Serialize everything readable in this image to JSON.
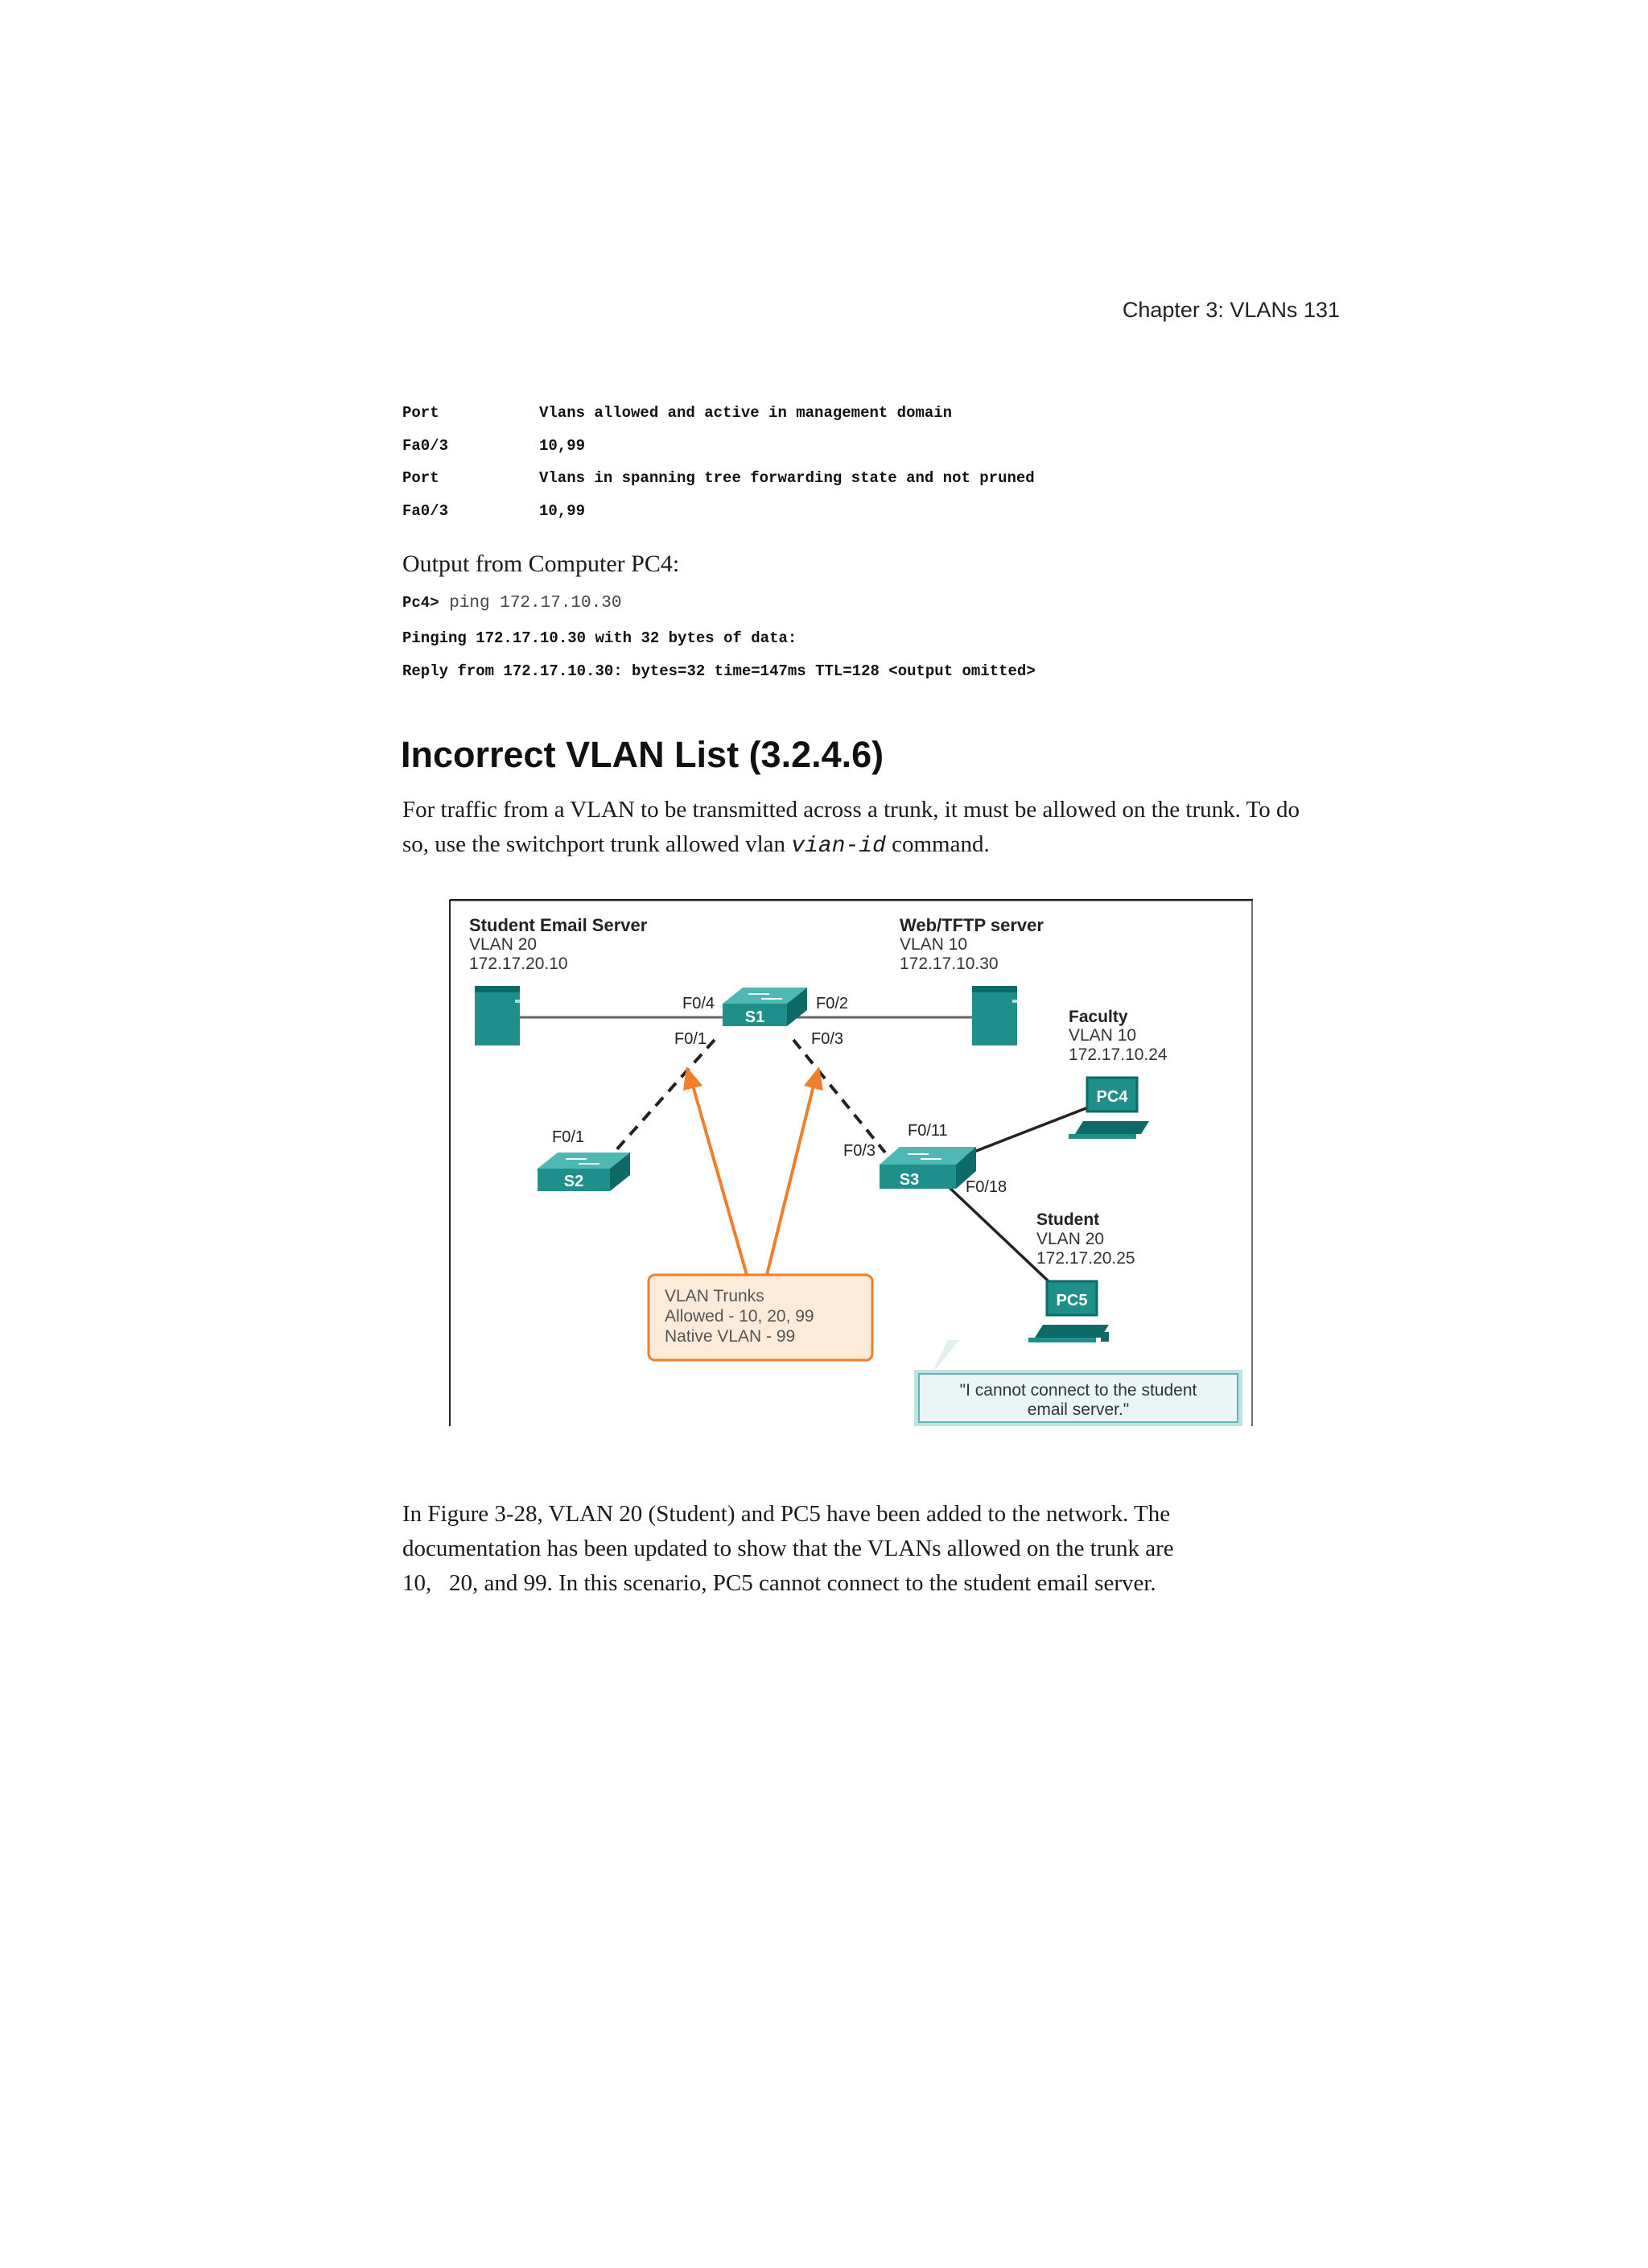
{
  "header": {
    "running_head": "Chapter 3: VLANs 131"
  },
  "switch_output": {
    "rows": [
      {
        "col1": "Port",
        "col2": "Vlans allowed and active in management domain"
      },
      {
        "col1": "Fa0/3",
        "col2": "10,99"
      },
      {
        "col1": "Port",
        "col2": "Vlans in spanning tree forwarding state and not pruned"
      },
      {
        "col1": "Fa0/3",
        "col2": "10,99"
      }
    ]
  },
  "pc4_output": {
    "label": "Output from Computer PC4:",
    "prompt": "Pc4>",
    "command": " ping 172.17.10.30",
    "line2": "Pinging 172.17.10.30 with 32 bytes of data:",
    "line3": "Reply from 172.17.10.30: bytes=32 time=147ms TTL=128 <output omitted>"
  },
  "section": {
    "title": "Incorrect VLAN List (3.2.4.6)",
    "para1_a": "For traffic from a VLAN to be transmitted across a trunk, it must be allowed on the trunk. To do",
    "para1_b": "so, use the switchport trunk allowed vlan ",
    "para1_code": "vian-id",
    "para1_c": " command.",
    "para2_l1": "In Figure 3-28, VLAN 20 (Student) and PC5 have been added to the network. The",
    "para2_l2": "documentation has been updated to show that the VLANs allowed on the trunk are",
    "para2_l3": "10,   20, and 99. In this scenario, PC5 cannot connect to the student email server."
  },
  "figure": {
    "email_server": {
      "title": "Student Email Server",
      "vlan": "VLAN 20",
      "ip": "172.17.20.10"
    },
    "web_server": {
      "title": "Web/TFTP server",
      "vlan": "VLAN 10",
      "ip": "172.17.10.30"
    },
    "faculty": {
      "title": "Faculty",
      "vlan": "VLAN 10",
      "ip": "172.17.10.24",
      "pc": "PC4"
    },
    "student": {
      "title": "Student",
      "vlan": "VLAN 20",
      "ip": "172.17.20.25",
      "pc": "PC5"
    },
    "switches": {
      "s1": "S1",
      "s2": "S2",
      "s3": "S3"
    },
    "ports": {
      "s1_f04": "F0/4",
      "s1_f02": "F0/2",
      "s1_f01": "F0/1",
      "s1_f03": "F0/3",
      "s2_f01": "F0/1",
      "s3_f03": "F0/3",
      "s3_f011": "F0/11",
      "s3_f018": "F0/18"
    },
    "trunk_box": {
      "line1": "VLAN Trunks",
      "line2": "Allowed - 10, 20, 99",
      "line3": "Native VLAN - 99"
    },
    "callout": {
      "line1": "\"I cannot connect to the student",
      "line2": "email server.\""
    },
    "colors": {
      "device_teal": "#1f8f8c",
      "device_dark": "#0d6a68",
      "arrow_orange": "#f07f2d",
      "trunk_box_fill": "#fdebd9",
      "callout_fill": "#dff0ef"
    }
  }
}
